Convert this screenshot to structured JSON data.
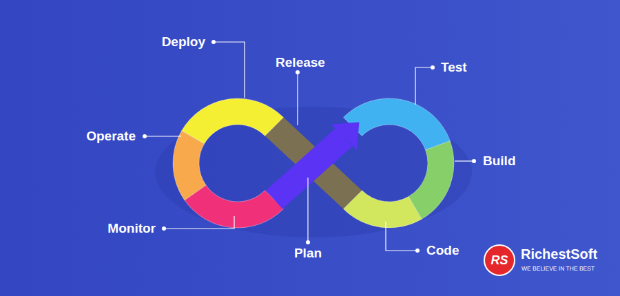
{
  "diagram": {
    "nodes": [
      {
        "text": [
          "RS"
        ]
      }
    ],
    "edges": [],
    "labels": [
      "Deploy",
      "Release",
      "Test",
      "Operate",
      "Build",
      "Monitor",
      "Plan",
      "Code",
      "RichestSoft",
      "WE BELIEVE IN THE BEST"
    ]
  }
}
